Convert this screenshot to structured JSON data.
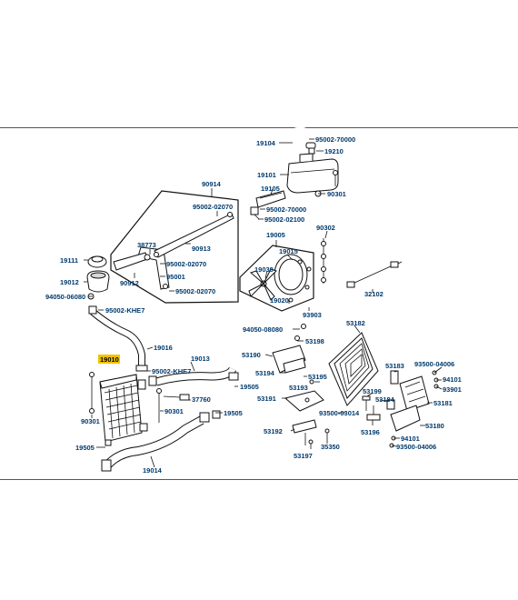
{
  "colors": {
    "label_text": "#003a6e",
    "highlight": "#f2c200",
    "line": "#111111",
    "frame": "#555555"
  },
  "labels": [
    {
      "id": "l19104",
      "text": "19104"
    },
    {
      "id": "l95002_70000a",
      "text": "95002-70000"
    },
    {
      "id": "l19210",
      "text": "19210"
    },
    {
      "id": "l19101",
      "text": "19101"
    },
    {
      "id": "l90301a",
      "text": "90301"
    },
    {
      "id": "l19105",
      "text": "19105"
    },
    {
      "id": "l95002_70000b",
      "text": "95002-70000"
    },
    {
      "id": "l95002_02100",
      "text": "95002-02100"
    },
    {
      "id": "l90914",
      "text": "90914"
    },
    {
      "id": "l95002_02070a",
      "text": "95002-02070"
    },
    {
      "id": "l38773",
      "text": "38773"
    },
    {
      "id": "l90913",
      "text": "90913"
    },
    {
      "id": "l95002_02070b",
      "text": "95002-02070"
    },
    {
      "id": "l95001",
      "text": "95001"
    },
    {
      "id": "l90912",
      "text": "90912"
    },
    {
      "id": "l95002_02070c",
      "text": "95002-02070"
    },
    {
      "id": "l19111",
      "text": "19111"
    },
    {
      "id": "l19012",
      "text": "19012"
    },
    {
      "id": "l94050_06080",
      "text": "94050-06080"
    },
    {
      "id": "l95002_khe7a",
      "text": "95002-KHE7"
    },
    {
      "id": "l19005",
      "text": "19005"
    },
    {
      "id": "l19015",
      "text": "19015"
    },
    {
      "id": "l19030",
      "text": "19030"
    },
    {
      "id": "l19020",
      "text": "19020"
    },
    {
      "id": "l93903",
      "text": "93903"
    },
    {
      "id": "l90302",
      "text": "90302"
    },
    {
      "id": "l32102",
      "text": "32102"
    },
    {
      "id": "l94050_08080",
      "text": "94050-08080"
    },
    {
      "id": "l53198",
      "text": "53198"
    },
    {
      "id": "l53182",
      "text": "53182"
    },
    {
      "id": "l19016",
      "text": "19016"
    },
    {
      "id": "l19010",
      "text": "19010",
      "highlight": true
    },
    {
      "id": "l95002_khe7b",
      "text": "95002-KHE7"
    },
    {
      "id": "l19013",
      "text": "19013"
    },
    {
      "id": "l53190",
      "text": "53190"
    },
    {
      "id": "l53194",
      "text": "53194"
    },
    {
      "id": "l53195",
      "text": "53195"
    },
    {
      "id": "l19505a",
      "text": "19505"
    },
    {
      "id": "l53193",
      "text": "53193"
    },
    {
      "id": "l53191",
      "text": "53191"
    },
    {
      "id": "l37760",
      "text": "37760"
    },
    {
      "id": "l90301b",
      "text": "90301"
    },
    {
      "id": "l19505b",
      "text": "19505"
    },
    {
      "id": "l90301c",
      "text": "90301"
    },
    {
      "id": "l53183",
      "text": "53183"
    },
    {
      "id": "l93500_04006a",
      "text": "93500-04006"
    },
    {
      "id": "l94101a",
      "text": "94101"
    },
    {
      "id": "l93901",
      "text": "93901"
    },
    {
      "id": "l53199",
      "text": "53199"
    },
    {
      "id": "l53184",
      "text": "53184"
    },
    {
      "id": "l53181",
      "text": "53181"
    },
    {
      "id": "l93500_03014",
      "text": "93500-03014"
    },
    {
      "id": "l53196",
      "text": "53196"
    },
    {
      "id": "l53180",
      "text": "53180"
    },
    {
      "id": "l53192",
      "text": "53192"
    },
    {
      "id": "l35350",
      "text": "35350"
    },
    {
      "id": "l94101b",
      "text": "94101"
    },
    {
      "id": "l93500_04006b",
      "text": "93500-04006"
    },
    {
      "id": "l53197",
      "text": "53197"
    },
    {
      "id": "l19505c",
      "text": "19505"
    },
    {
      "id": "l19014",
      "text": "19014"
    }
  ]
}
